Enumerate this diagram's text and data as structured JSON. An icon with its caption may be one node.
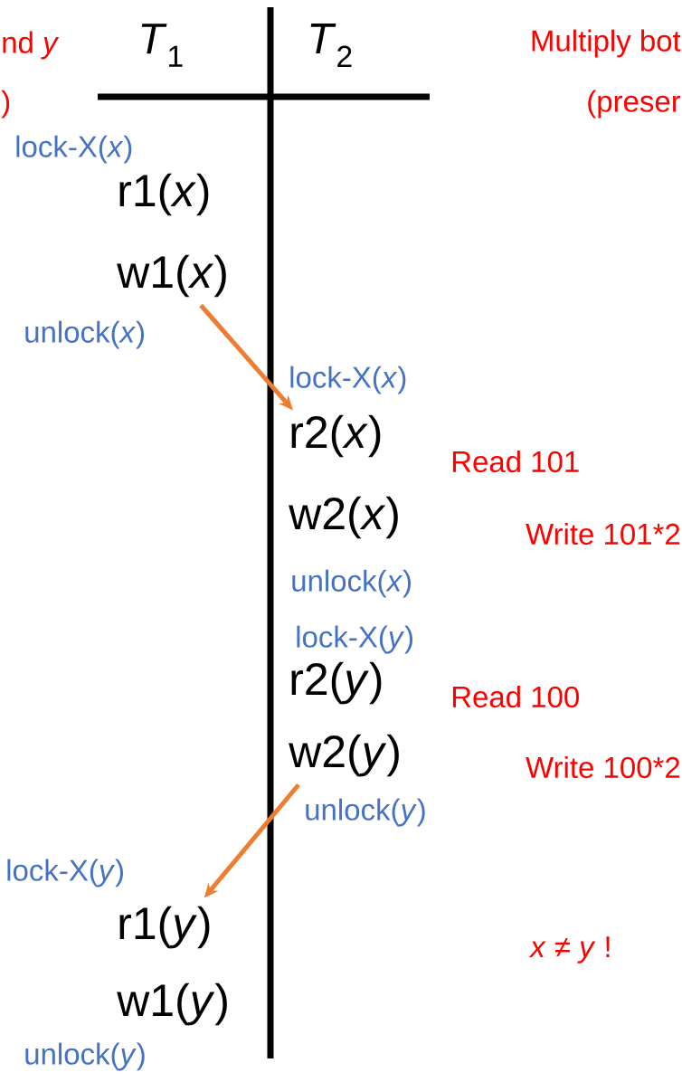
{
  "diagram": {
    "nodes": [
      {
        "text": [
          "w1(*x*)"
        ]
      },
      {
        "text": [
          "r2(*x*)"
        ]
      },
      {
        "text": [
          "w2(*y*)"
        ]
      },
      {
        "text": [
          "r1(*y*)"
        ]
      }
    ],
    "edges": [
      {
        "from": 0,
        "to": 1,
        "arrow": "to"
      },
      {
        "from": 2,
        "to": 3,
        "arrow": "to"
      }
    ],
    "labels": [
      "nd *y*",
      "*T*$_{1}$",
      "*T*$_{2}$",
      "Multiply bot",
      ")",
      "(preser",
      "lock-X(*x*)",
      "r1(*x*)",
      "unlock(*x*)",
      "lock-X(*x*)",
      "Read 101",
      "w2(*x*)",
      "Write 101*2",
      "unlock(*x*)",
      "lock-X(*y*)",
      "r2(*y*)",
      "Read 100",
      "Write 100*2",
      "unlock(*y*)",
      "lock-X(*y*)",
      "*x* ≠ *y* !",
      "w1(*y*)",
      "unlock(*y*)"
    ]
  }
}
